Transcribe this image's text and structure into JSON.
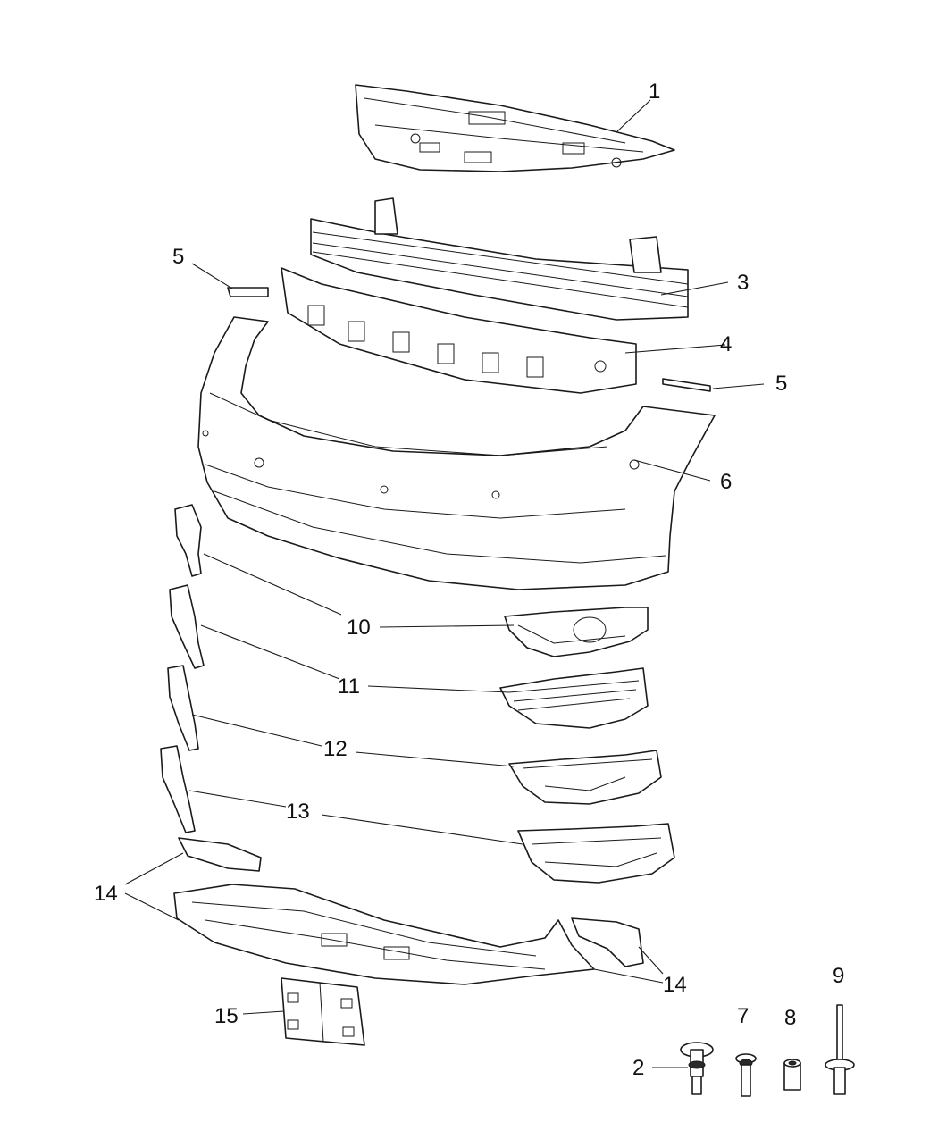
{
  "callouts": {
    "c1": "1",
    "c2": "2",
    "c3": "3",
    "c4": "4",
    "c5a": "5",
    "c5b": "5",
    "c6": "6",
    "c7": "7",
    "c8": "8",
    "c9": "9",
    "c10": "10",
    "c11": "11",
    "c12": "12",
    "c13": "13",
    "c14a": "14",
    "c14b": "14",
    "c15": "15"
  }
}
